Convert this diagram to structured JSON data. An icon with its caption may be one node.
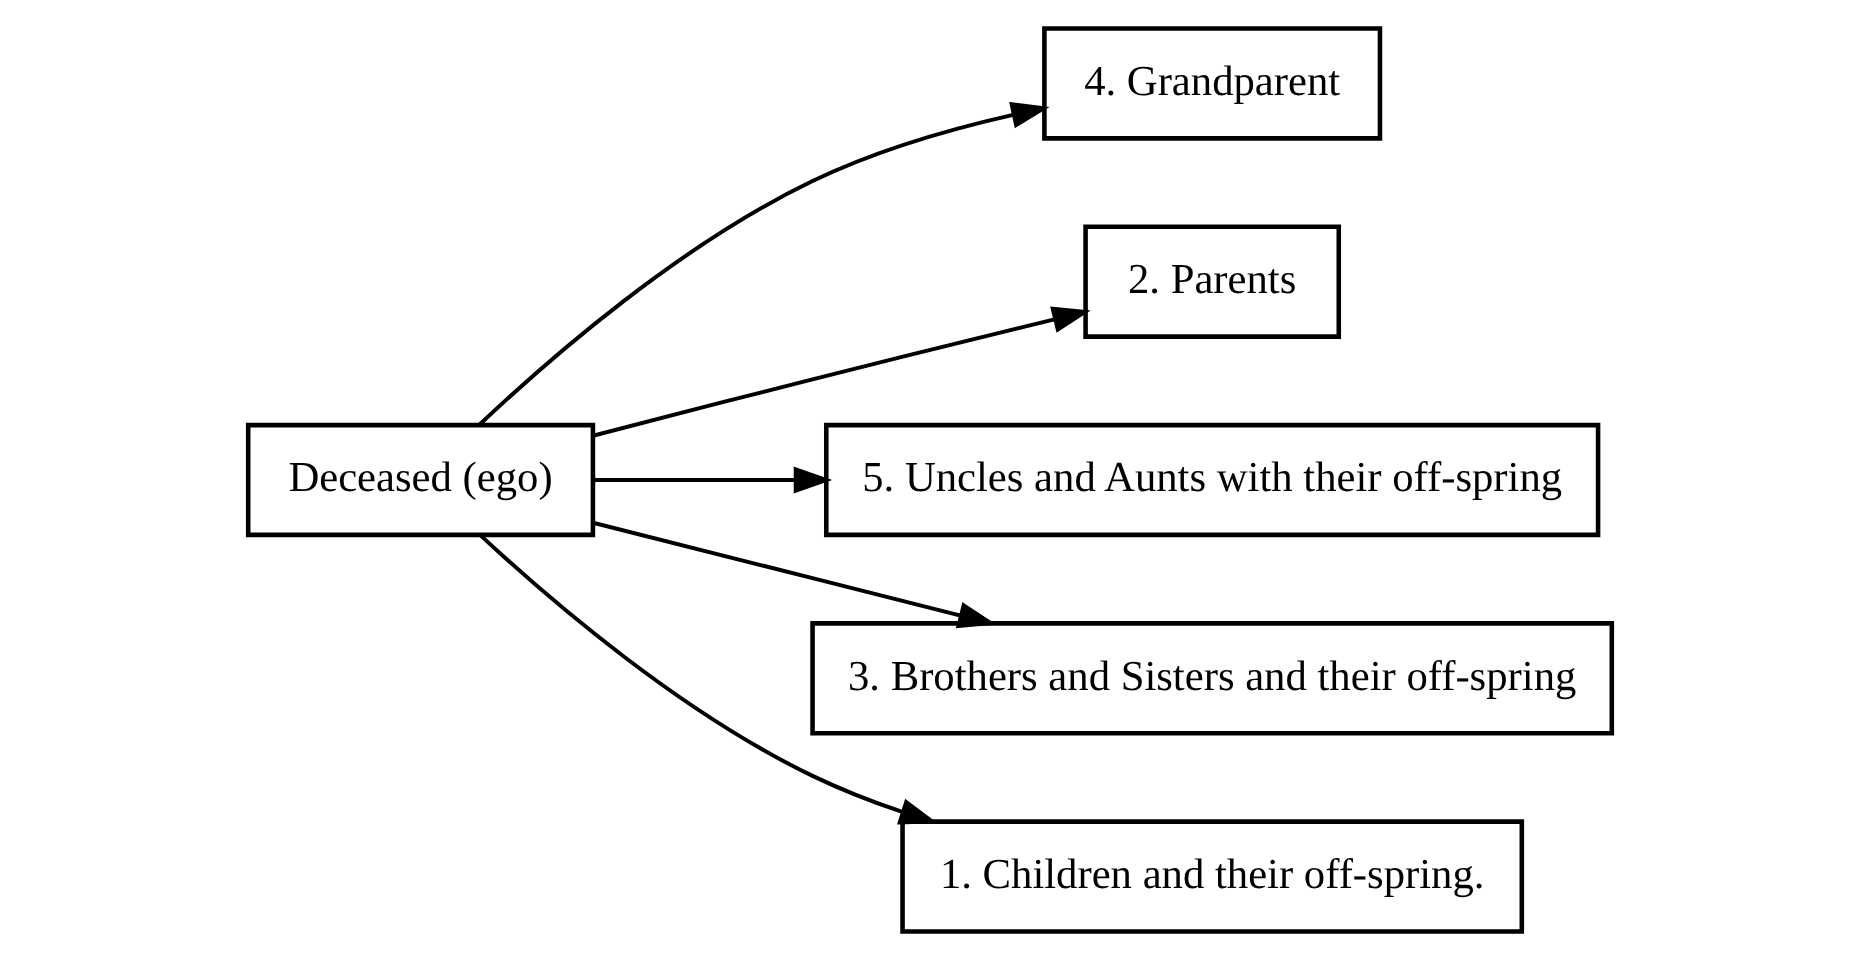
{
  "diagram": {
    "nodes": [
      {
        "text": [
          "4. Grandparent"
        ]
      },
      {
        "text": [
          "2. Parents"
        ]
      },
      {
        "text": [
          "5. Uncles and Aunts with their off-spring"
        ]
      },
      {
        "text": [
          "Deceased (ego)"
        ]
      },
      {
        "text": [
          "3. Brothers and Sisters and their off-spring"
        ]
      },
      {
        "text": [
          "1. Children and their off-spring."
        ]
      }
    ],
    "edges": [
      {
        "from": 3,
        "to": 0,
        "arrow": "to"
      },
      {
        "from": 3,
        "to": 1,
        "arrow": "to"
      },
      {
        "from": 3,
        "to": 2,
        "arrow": "to"
      },
      {
        "from": 3,
        "to": 4,
        "arrow": "to"
      },
      {
        "from": 3,
        "to": 5,
        "arrow": "to"
      }
    ]
  }
}
